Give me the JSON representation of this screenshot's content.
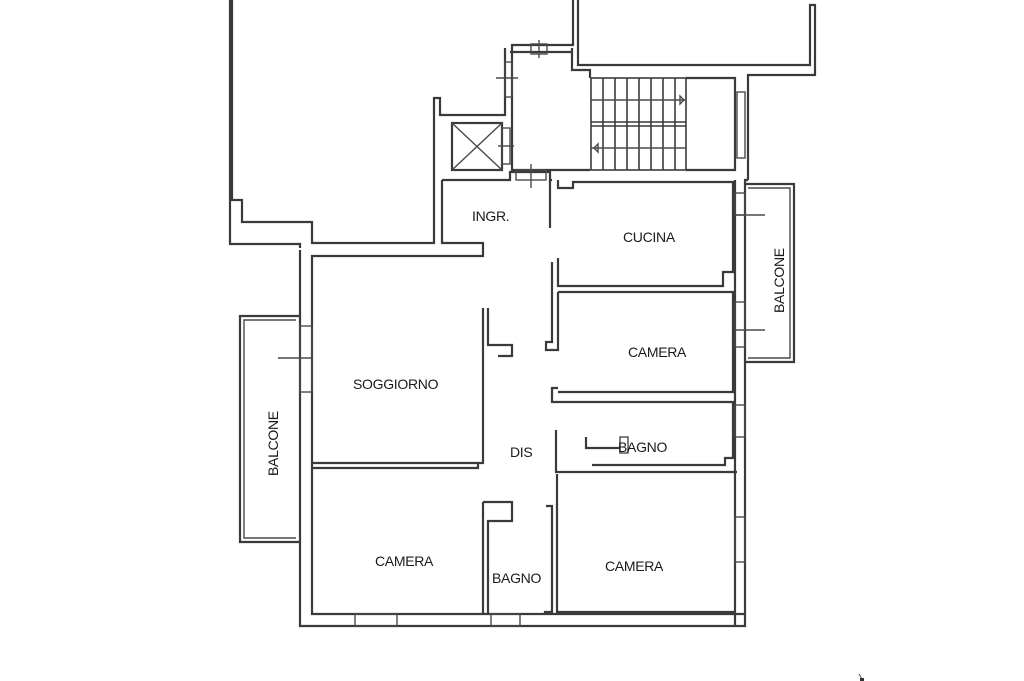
{
  "floorplan": {
    "colors": {
      "background": "#ffffff",
      "wall": "#3a3a3a",
      "text": "#1a1a1a"
    },
    "rooms": [
      {
        "id": "ingresso",
        "label": "INGR."
      },
      {
        "id": "cucina",
        "label": "CUCINA"
      },
      {
        "id": "camera_1",
        "label": "CAMERA"
      },
      {
        "id": "soggiorno",
        "label": "SOGGIORNO"
      },
      {
        "id": "disimpegno",
        "label": "DIS"
      },
      {
        "id": "bagno_1",
        "label": "BAGNO"
      },
      {
        "id": "camera_2",
        "label": "CAMERA"
      },
      {
        "id": "bagno_2",
        "label": "BAGNO"
      },
      {
        "id": "camera_3",
        "label": "CAMERA"
      }
    ],
    "balconies": [
      {
        "id": "balcone_east",
        "label": "BALCONE"
      },
      {
        "id": "balcone_west",
        "label": "BALCONE"
      }
    ],
    "symbols": [
      {
        "id": "elevator",
        "icon": "elevator-shaft-icon"
      },
      {
        "id": "staircase",
        "icon": "staircase-icon"
      },
      {
        "id": "north_mark",
        "icon": "north-arrow-icon"
      }
    ]
  }
}
